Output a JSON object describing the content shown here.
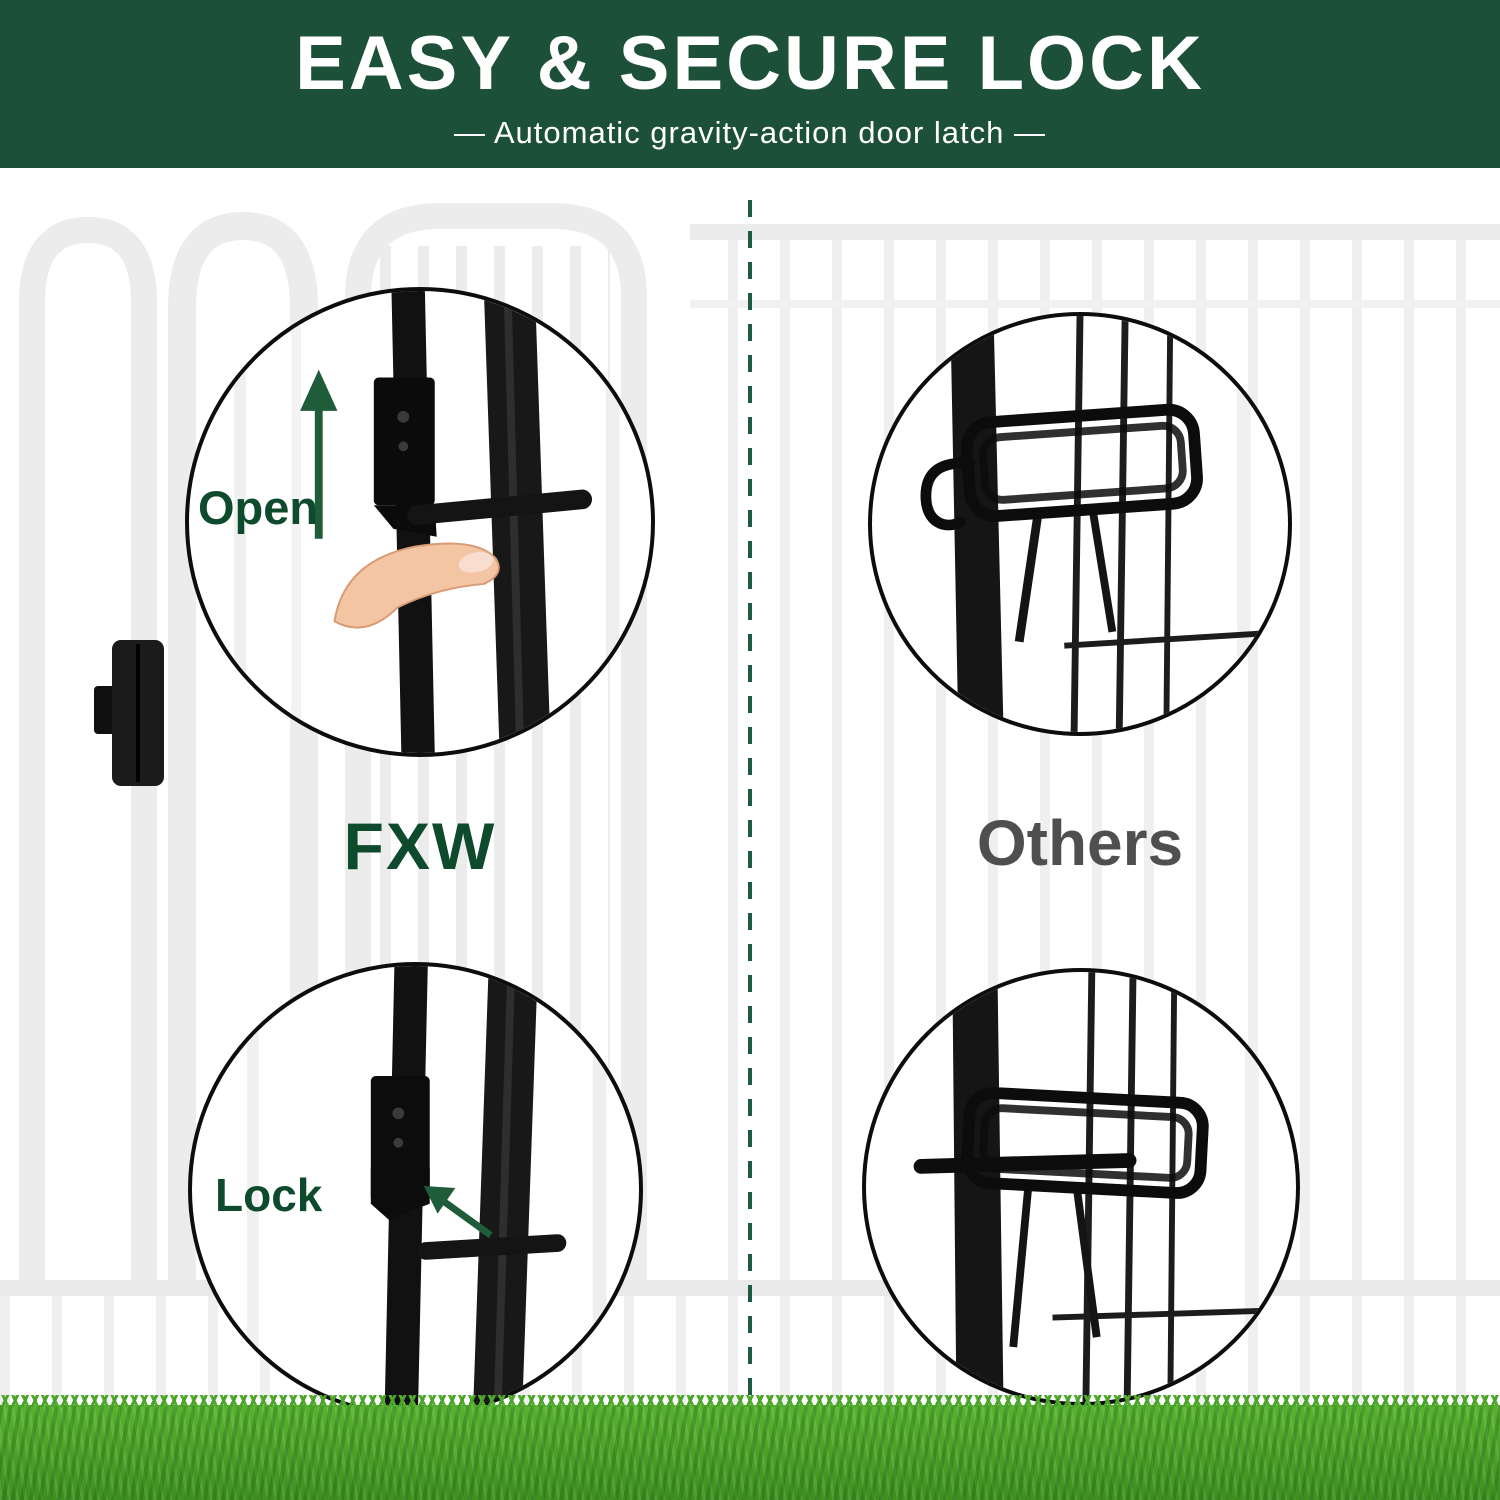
{
  "header": {
    "title": "EASY & SECURE LOCK",
    "subtitle": "—  Automatic gravity-action door latch  —"
  },
  "left": {
    "brand": "FXW",
    "open_label": "Open",
    "lock_label": "Lock"
  },
  "right": {
    "brand": "Others"
  },
  "colors": {
    "header_bg": "#1d5038",
    "brand_green": "#0e4a2c",
    "arrow_green": "#1e5c3a",
    "others_gray": "#4f4f4f",
    "grass_green": "#49a32a",
    "fence_gray": "#ececec",
    "latch_black": "#141414"
  }
}
